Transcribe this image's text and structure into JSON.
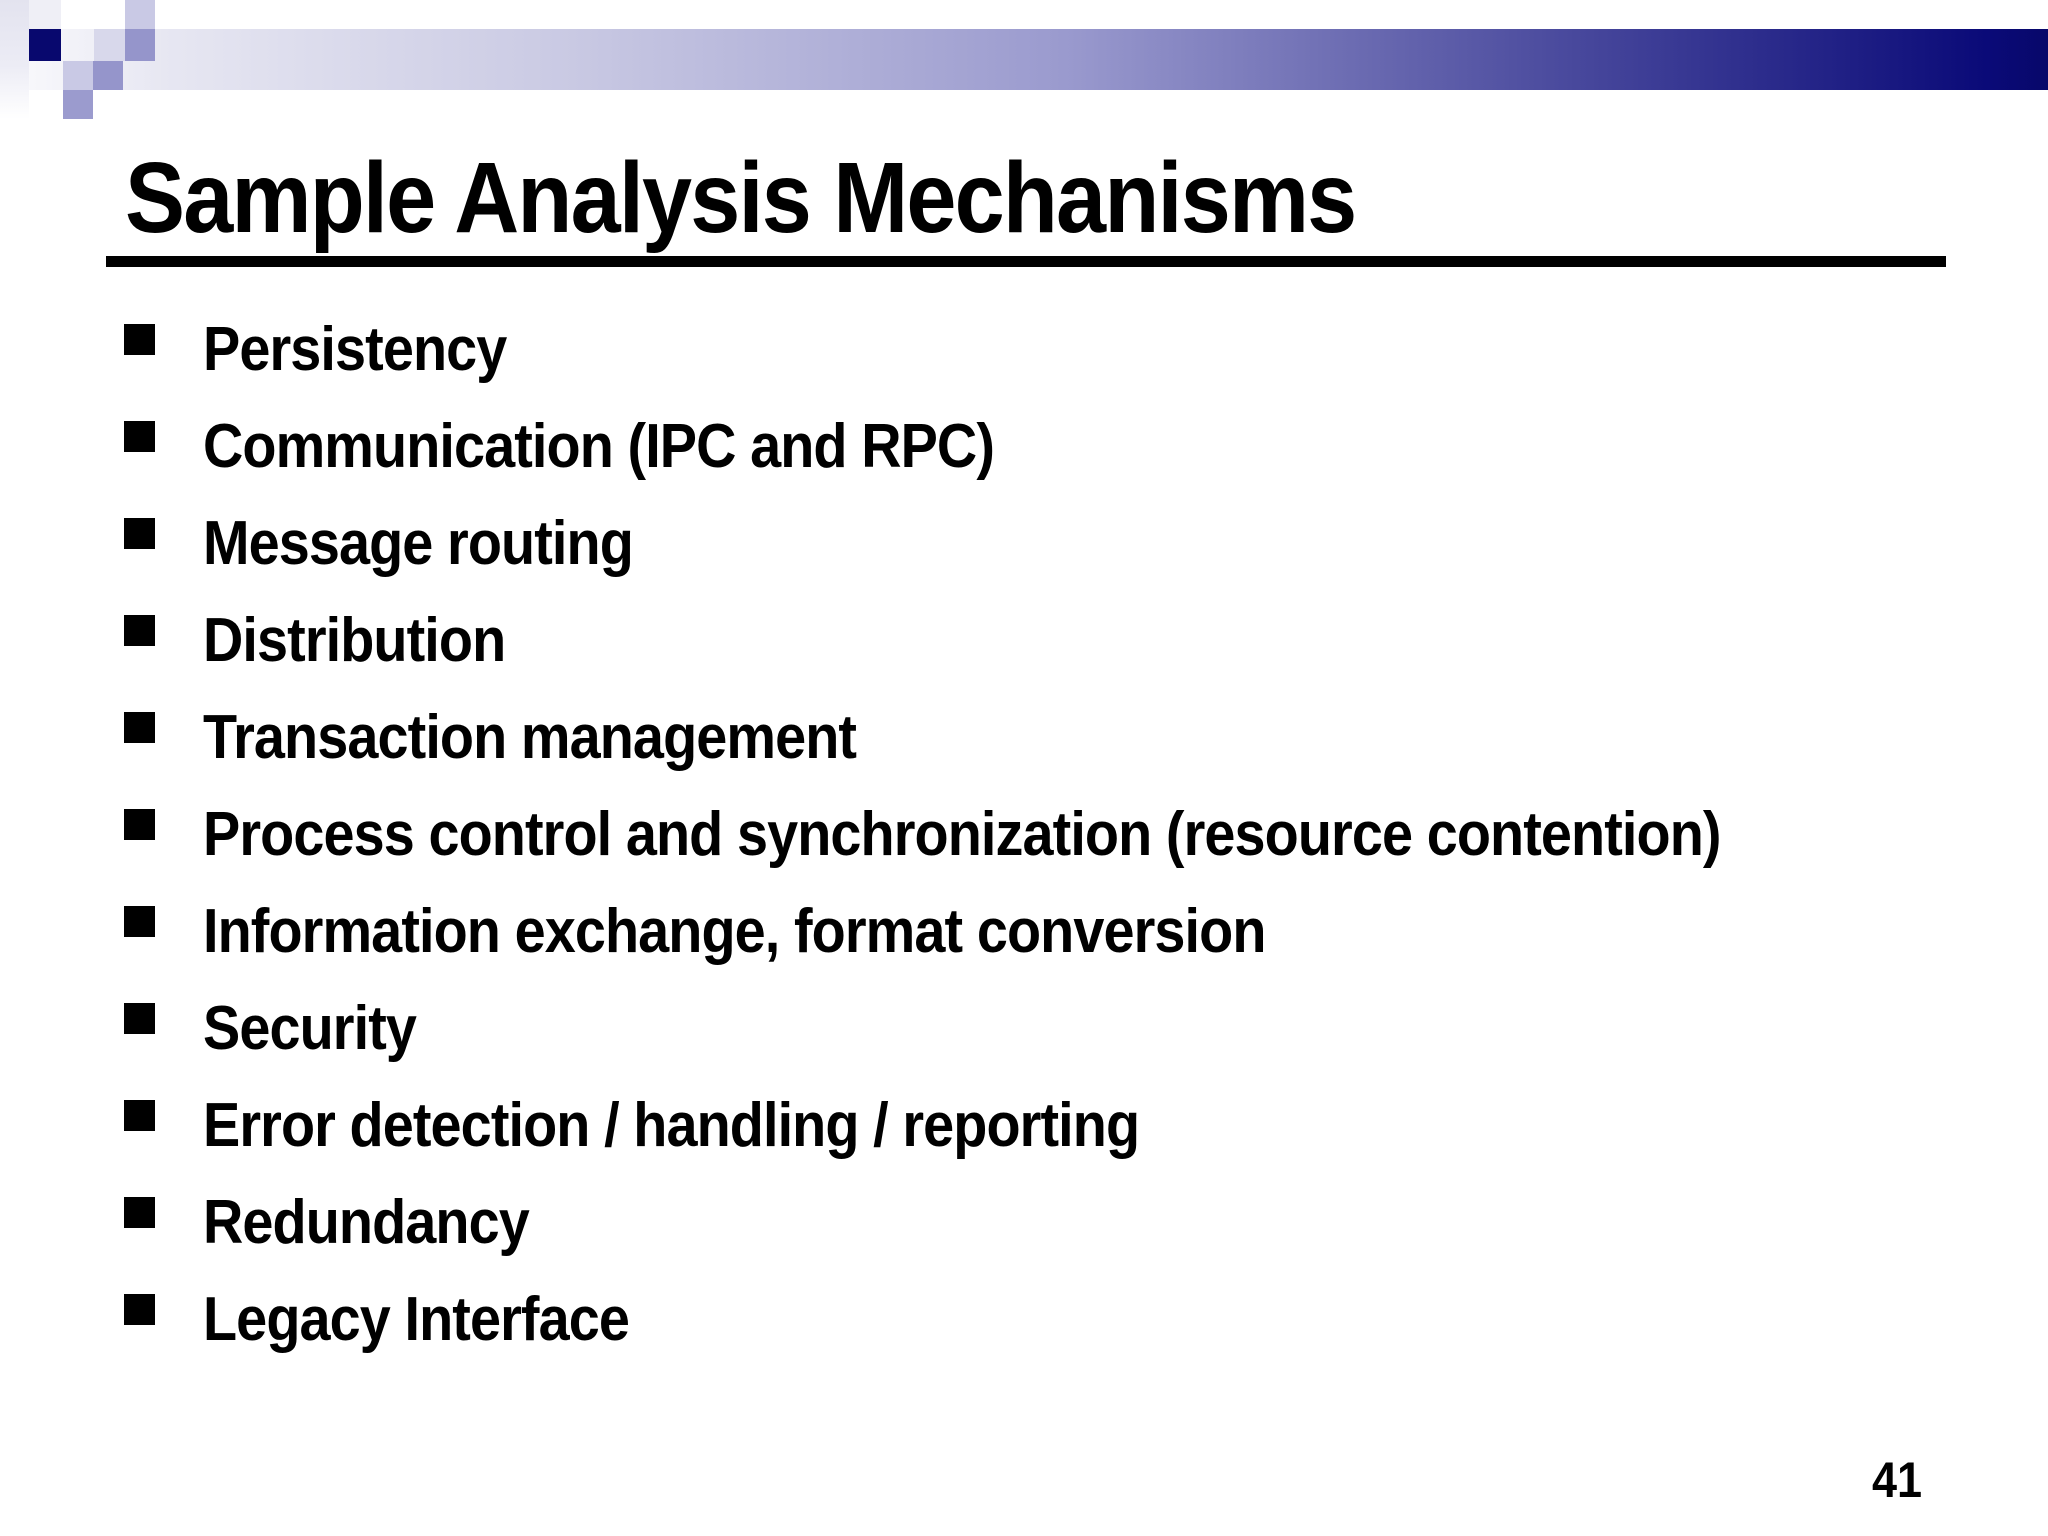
{
  "slide": {
    "title": "Sample Analysis Mechanisms",
    "bullets": [
      "Persistency",
      "Communication (IPC and RPC)",
      "Message routing",
      "Distribution",
      "Transaction management",
      "Process control and synchronization (resource contention)",
      "Information exchange, format conversion",
      "Security",
      "Error detection / handling / reporting",
      "Redundancy",
      "Legacy Interface"
    ],
    "page_number": "41",
    "colors": {
      "banner_dark_navy": "#0a0a78",
      "banner_mid_purple": "#9a9ace",
      "banner_light": "#e7e7f2",
      "square_navy": "#08086e",
      "square_medium_purple": "#9595cb",
      "square_light_lavender": "#c9c9e5",
      "text": "#000000",
      "background": "#ffffff"
    }
  }
}
